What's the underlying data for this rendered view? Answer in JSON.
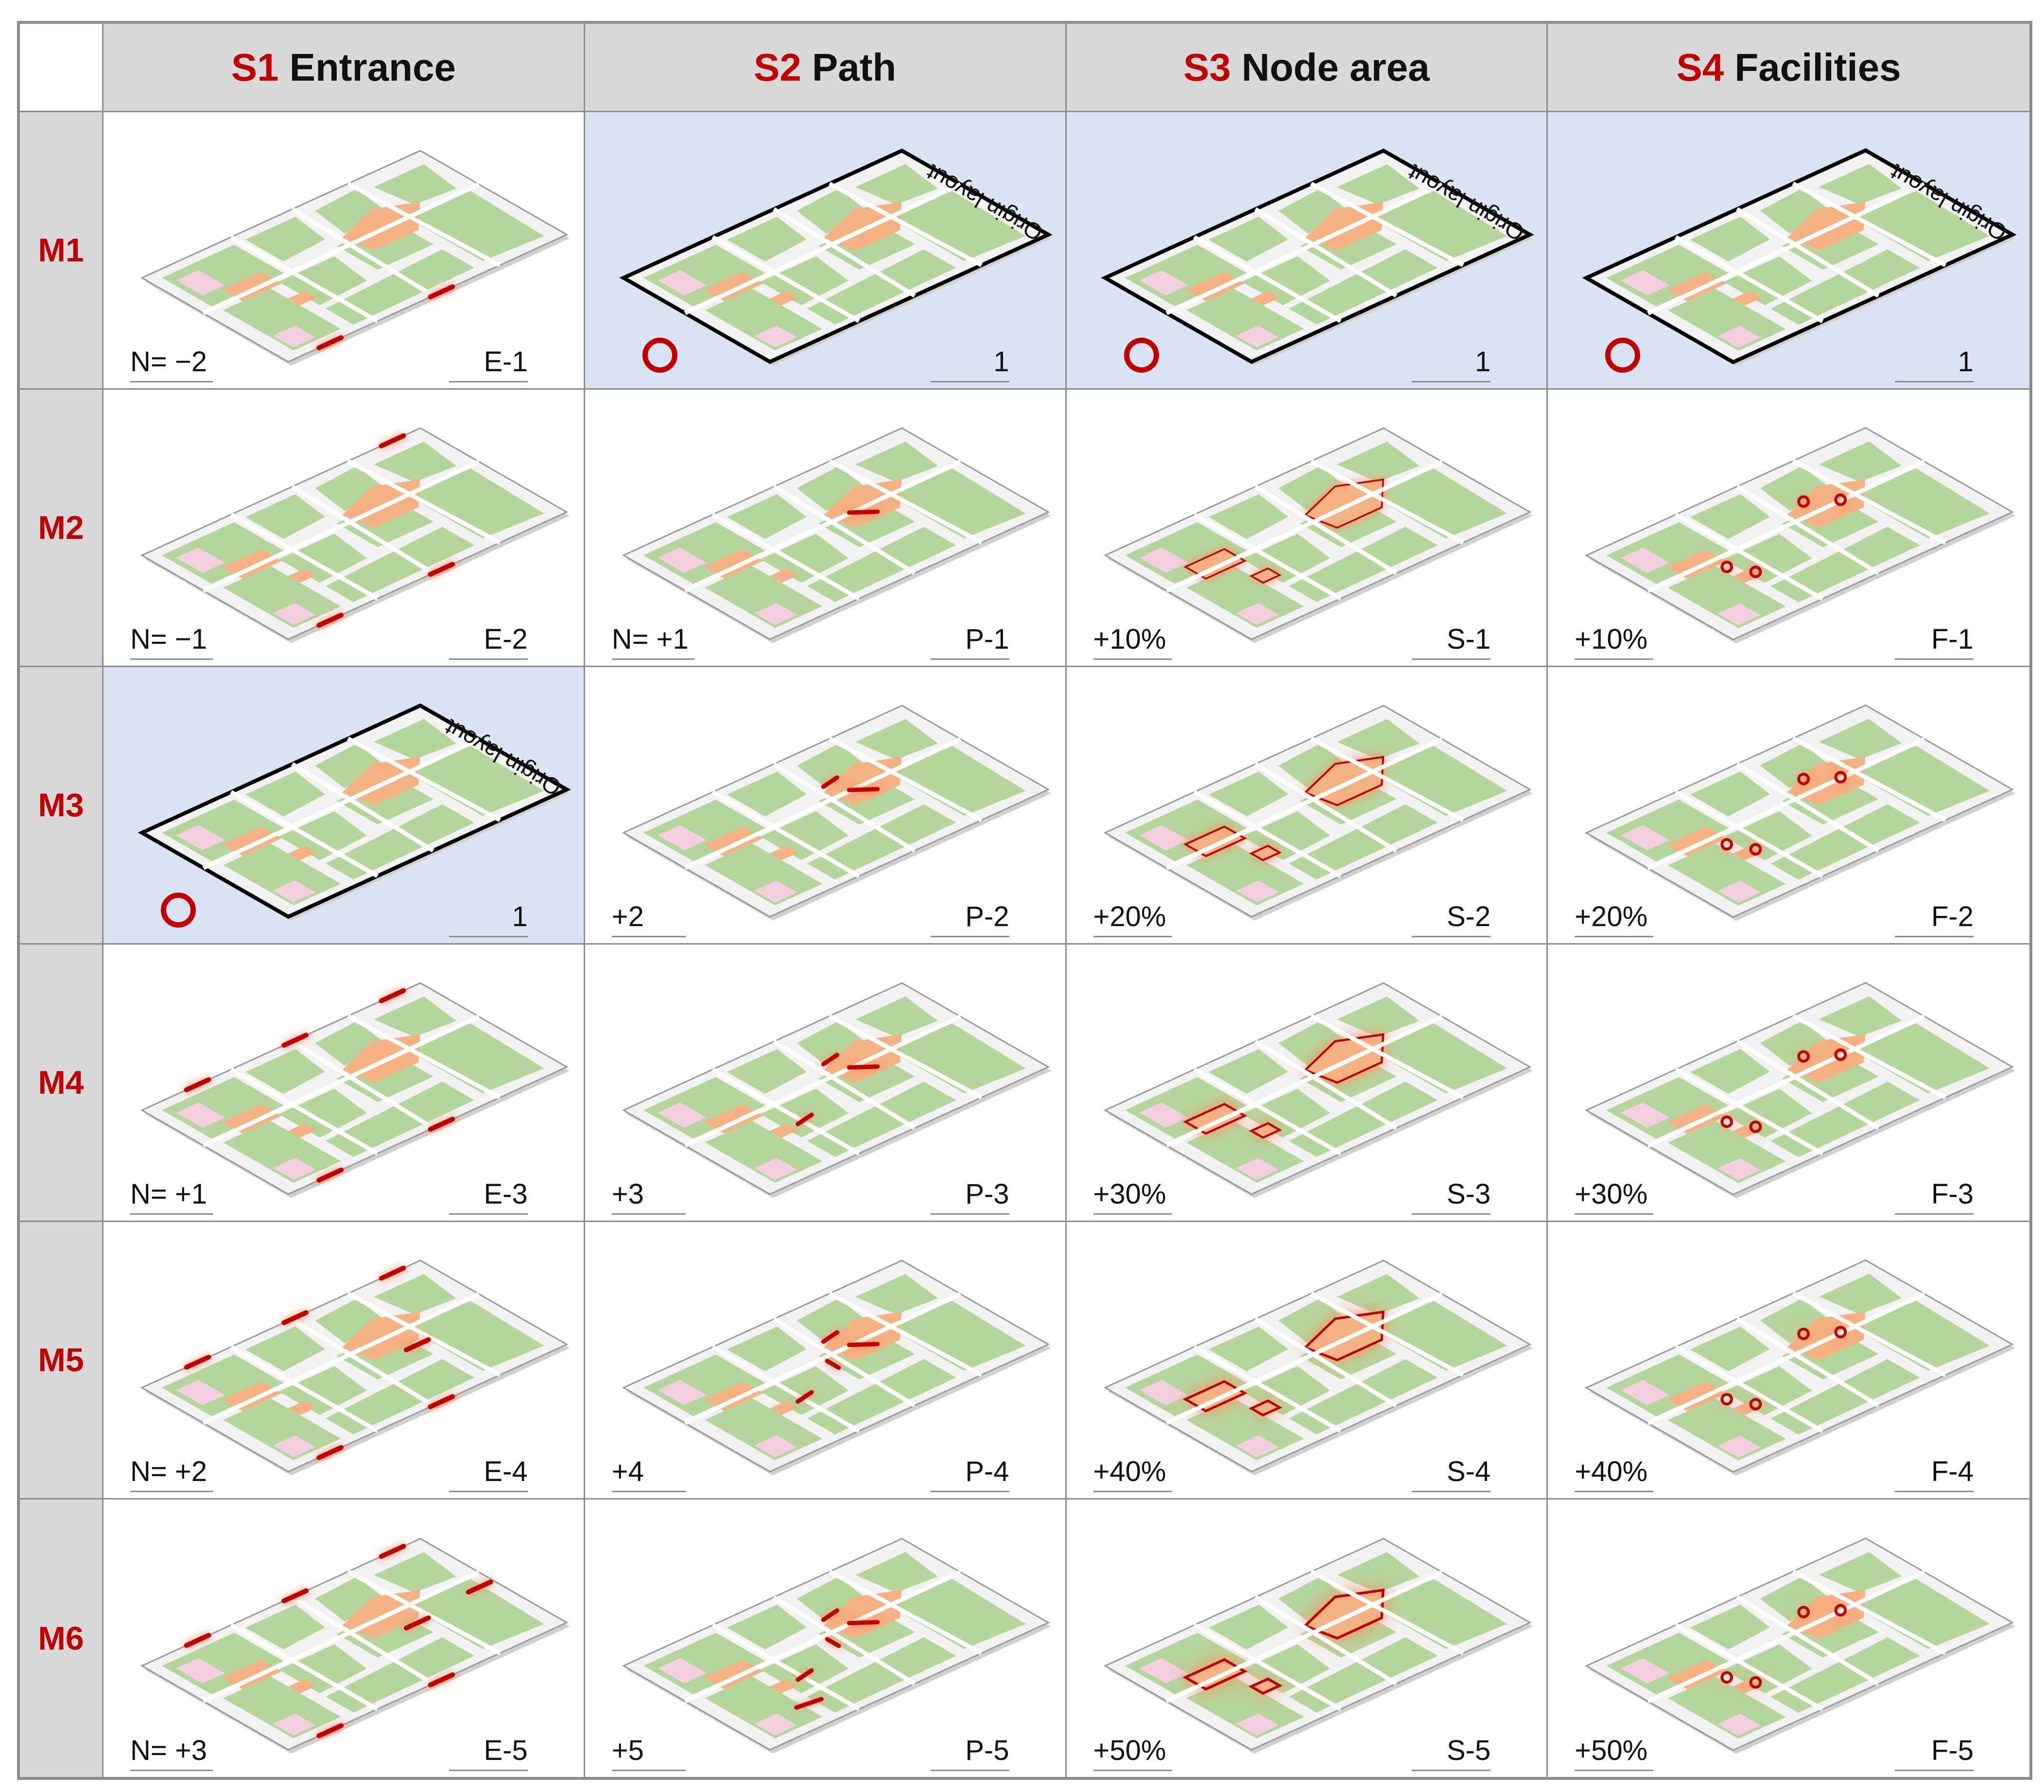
{
  "corner": "",
  "columns": [
    {
      "code": "S1",
      "name": "Entrance"
    },
    {
      "code": "S2",
      "name": "Path"
    },
    {
      "code": "S3",
      "name": "Node area"
    },
    {
      "code": "S4",
      "name": "Facilities"
    }
  ],
  "rows": [
    {
      "label": "M1",
      "cells": [
        {
          "left": "N= −2",
          "right": "E-1",
          "origin": false,
          "marker": "entrance",
          "level": -2
        },
        {
          "left": "",
          "right": "1",
          "origin": true,
          "origin_text": "Origin layout"
        },
        {
          "left": "",
          "right": "1",
          "origin": true,
          "origin_text": "Origin layout"
        },
        {
          "left": "",
          "right": "1",
          "origin": true,
          "origin_text": "Origin layout"
        }
      ]
    },
    {
      "label": "M2",
      "cells": [
        {
          "left": "N= −1",
          "right": "E-2",
          "origin": false,
          "marker": "entrance",
          "level": -1
        },
        {
          "left": "N= +1",
          "right": "P-1",
          "origin": false,
          "marker": "path",
          "level": 1
        },
        {
          "left": "+10%",
          "right": "S-1",
          "origin": false,
          "marker": "node",
          "level": 1
        },
        {
          "left": "+10%",
          "right": "F-1",
          "origin": false,
          "marker": "facility",
          "level": 1
        }
      ]
    },
    {
      "label": "M3",
      "cells": [
        {
          "left": "",
          "right": "1",
          "origin": true,
          "origin_text": "Origin layout"
        },
        {
          "left": "+2",
          "right": "P-2",
          "origin": false,
          "marker": "path",
          "level": 2
        },
        {
          "left": "+20%",
          "right": "S-2",
          "origin": false,
          "marker": "node",
          "level": 2
        },
        {
          "left": "+20%",
          "right": "F-2",
          "origin": false,
          "marker": "facility",
          "level": 2
        }
      ]
    },
    {
      "label": "M4",
      "cells": [
        {
          "left": "N= +1",
          "right": "E-3",
          "origin": false,
          "marker": "entrance",
          "level": 1
        },
        {
          "left": "+3",
          "right": "P-3",
          "origin": false,
          "marker": "path",
          "level": 3
        },
        {
          "left": "+30%",
          "right": "S-3",
          "origin": false,
          "marker": "node",
          "level": 3
        },
        {
          "left": "+30%",
          "right": "F-3",
          "origin": false,
          "marker": "facility",
          "level": 3
        }
      ]
    },
    {
      "label": "M5",
      "cells": [
        {
          "left": "N= +2",
          "right": "E-4",
          "origin": false,
          "marker": "entrance",
          "level": 2
        },
        {
          "left": "+4",
          "right": "P-4",
          "origin": false,
          "marker": "path",
          "level": 4
        },
        {
          "left": "+40%",
          "right": "S-4",
          "origin": false,
          "marker": "node",
          "level": 4
        },
        {
          "left": "+40%",
          "right": "F-4",
          "origin": false,
          "marker": "facility",
          "level": 4
        }
      ]
    },
    {
      "label": "M6",
      "cells": [
        {
          "left": "N= +3",
          "right": "E-5",
          "origin": false,
          "marker": "entrance",
          "level": 3
        },
        {
          "left": "+5",
          "right": "P-5",
          "origin": false,
          "marker": "path",
          "level": 5
        },
        {
          "left": "+50%",
          "right": "S-5",
          "origin": false,
          "marker": "node",
          "level": 5
        },
        {
          "left": "+50%",
          "right": "F-5",
          "origin": false,
          "marker": "facility",
          "level": 5
        }
      ]
    }
  ],
  "colors": {
    "accent": "#c00000",
    "header_bg": "#d9d9d9",
    "highlight_bg": "#dae3f3",
    "park_green": "#a9d18e",
    "node_orange": "#f4b183",
    "marker_red": "#c00000",
    "glow": "#ff8a5c",
    "pink_area": "#f4cfe0"
  }
}
